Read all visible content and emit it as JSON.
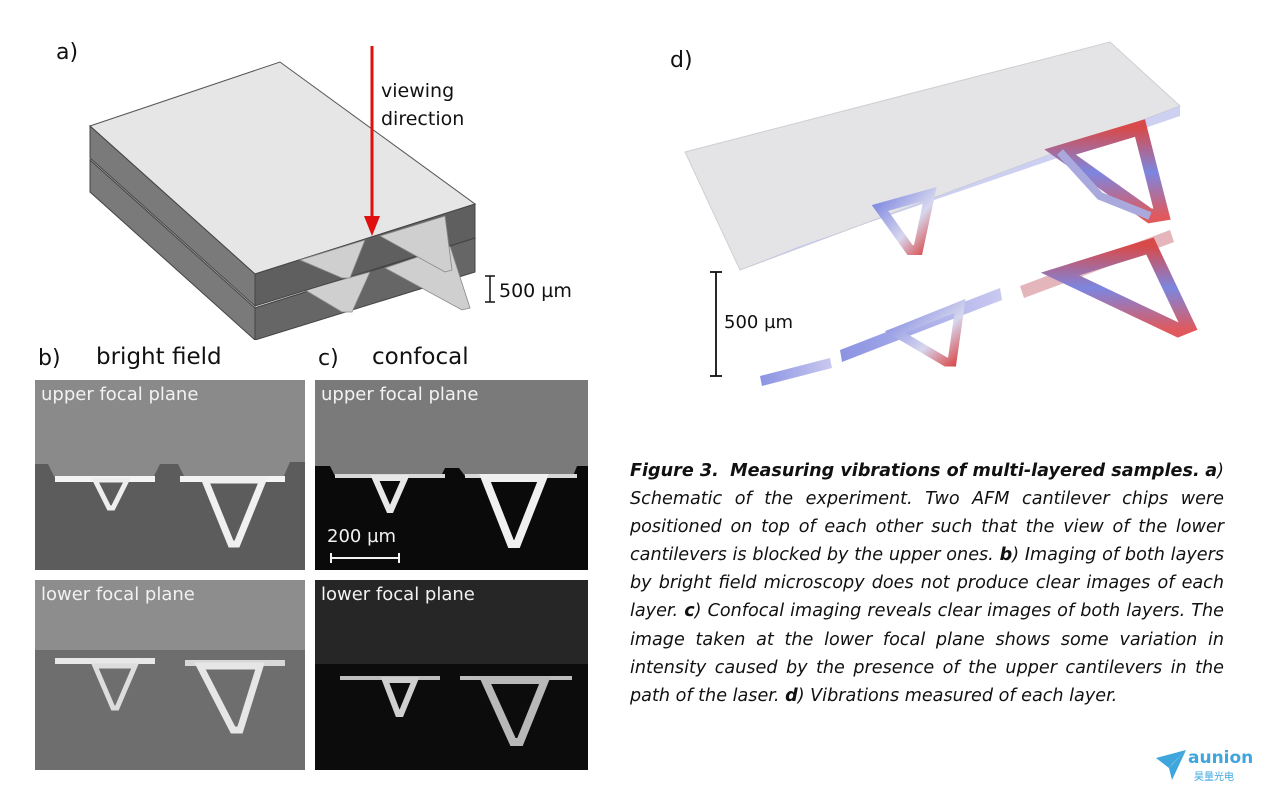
{
  "panel_a": {
    "letter": "a)",
    "arrow_label_line1": "viewing",
    "arrow_label_line2": "direction",
    "scale_label": "500 µm"
  },
  "panel_b": {
    "letter": "b)",
    "heading": "bright field",
    "upper_label": "upper focal plane",
    "lower_label": "lower focal plane"
  },
  "panel_c": {
    "letter": "c)",
    "heading": "confocal",
    "upper_label": "upper focal plane",
    "lower_label": "lower focal plane",
    "scale_label": "200 µm"
  },
  "panel_d": {
    "letter": "d)",
    "scale_label": "500 µm"
  },
  "caption": {
    "figure_label": "Figure 3.",
    "title": "Measuring vibrations of multi-layered samples.",
    "part_a_letter": "a",
    "part_a_text": ") Schematic of the experiment. Two AFM cantilever chips were positioned on top of each other such that the view of the lower cantilevers is blocked by the upper ones. ",
    "part_b_letter": "b",
    "part_b_text": ") Imaging of both layers by bright field microscopy does not produce clear images of each layer. ",
    "part_c_letter": "c",
    "part_c_text": ") Confocal imaging reveals clear images of both layers. The image taken at the lower focal plane shows some variation in intensity caused by the presence of the upper cantilevers in the path of the laser. ",
    "part_d_letter": "d",
    "part_d_text": ") Vibrations measured of each layer."
  },
  "logo": {
    "brand": "aunion",
    "subtitle": "昊量光电"
  },
  "colors": {
    "arrow_red": "#e01010",
    "logo_blue": "#3ea6dd",
    "chip_top": "#e6e6e6",
    "chip_side": "#6b6b6b",
    "vib_blue": "#6f79d8",
    "vib_red": "#d84a4a"
  }
}
